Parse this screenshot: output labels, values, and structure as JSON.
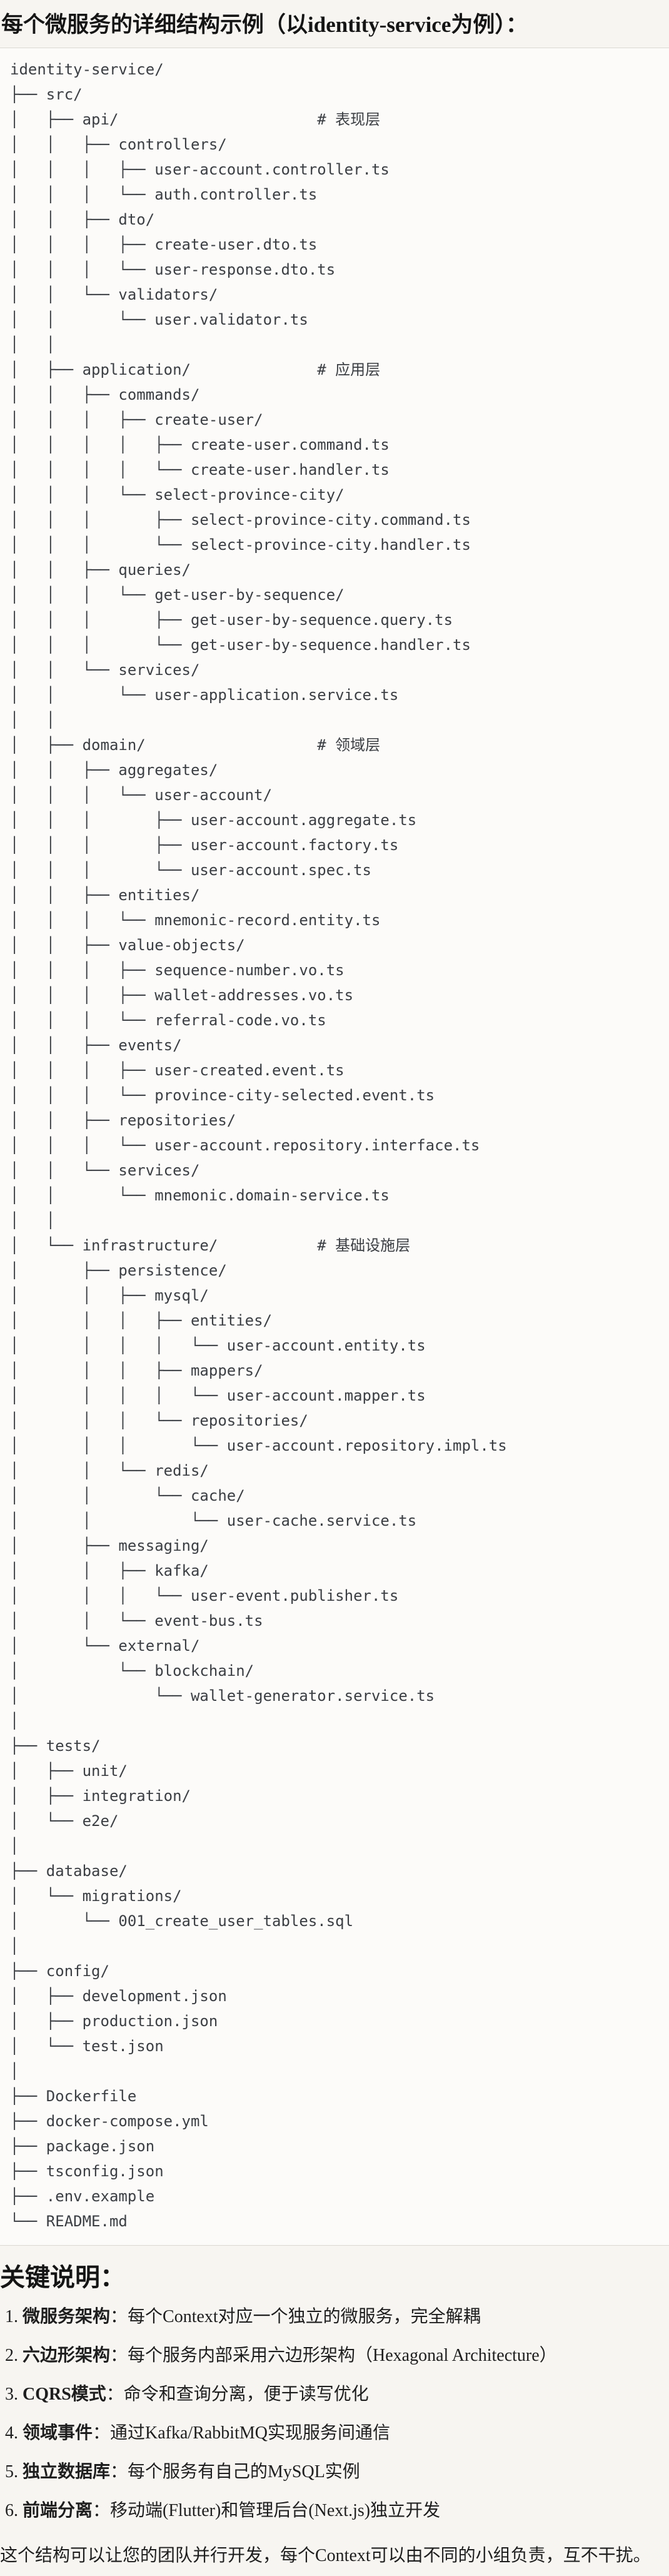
{
  "page": {
    "title": "每个微服务的详细结构示例（以identity-service为例）："
  },
  "file_tree": {
    "lines": [
      "identity-service/",
      "├── src/",
      "│   ├── api/                      # 表现层",
      "│   │   ├── controllers/",
      "│   │   │   ├── user-account.controller.ts",
      "│   │   │   └── auth.controller.ts",
      "│   │   ├── dto/",
      "│   │   │   ├── create-user.dto.ts",
      "│   │   │   └── user-response.dto.ts",
      "│   │   └── validators/",
      "│   │       └── user.validator.ts",
      "│   │",
      "│   ├── application/              # 应用层",
      "│   │   ├── commands/",
      "│   │   │   ├── create-user/",
      "│   │   │   │   ├── create-user.command.ts",
      "│   │   │   │   └── create-user.handler.ts",
      "│   │   │   └── select-province-city/",
      "│   │   │       ├── select-province-city.command.ts",
      "│   │   │       └── select-province-city.handler.ts",
      "│   │   ├── queries/",
      "│   │   │   └── get-user-by-sequence/",
      "│   │   │       ├── get-user-by-sequence.query.ts",
      "│   │   │       └── get-user-by-sequence.handler.ts",
      "│   │   └── services/",
      "│   │       └── user-application.service.ts",
      "│   │",
      "│   ├── domain/                   # 领域层",
      "│   │   ├── aggregates/",
      "│   │   │   └── user-account/",
      "│   │   │       ├── user-account.aggregate.ts",
      "│   │   │       ├── user-account.factory.ts",
      "│   │   │       └── user-account.spec.ts",
      "│   │   ├── entities/",
      "│   │   │   └── mnemonic-record.entity.ts",
      "│   │   ├── value-objects/",
      "│   │   │   ├── sequence-number.vo.ts",
      "│   │   │   ├── wallet-addresses.vo.ts",
      "│   │   │   └── referral-code.vo.ts",
      "│   │   ├── events/",
      "│   │   │   ├── user-created.event.ts",
      "│   │   │   └── province-city-selected.event.ts",
      "│   │   ├── repositories/",
      "│   │   │   └── user-account.repository.interface.ts",
      "│   │   └── services/",
      "│   │       └── mnemonic.domain-service.ts",
      "│   │",
      "│   └── infrastructure/           # 基础设施层",
      "│       ├── persistence/",
      "│       │   ├── mysql/",
      "│       │   │   ├── entities/",
      "│       │   │   │   └── user-account.entity.ts",
      "│       │   │   ├── mappers/",
      "│       │   │   │   └── user-account.mapper.ts",
      "│       │   │   └── repositories/",
      "│       │   │       └── user-account.repository.impl.ts",
      "│       │   └── redis/",
      "│       │       └── cache/",
      "│       │           └── user-cache.service.ts",
      "│       ├── messaging/",
      "│       │   ├── kafka/",
      "│       │   │   └── user-event.publisher.ts",
      "│       │   └── event-bus.ts",
      "│       └── external/",
      "│           └── blockchain/",
      "│               └── wallet-generator.service.ts",
      "│",
      "├── tests/",
      "│   ├── unit/",
      "│   ├── integration/",
      "│   └── e2e/",
      "│",
      "├── database/",
      "│   └── migrations/",
      "│       └── 001_create_user_tables.sql",
      "│",
      "├── config/",
      "│   ├── development.json",
      "│   ├── production.json",
      "│   └── test.json",
      "│",
      "├── Dockerfile",
      "├── docker-compose.yml",
      "├── package.json",
      "├── tsconfig.json",
      "├── .env.example",
      "└── README.md"
    ]
  },
  "key_notes": {
    "heading": "关键说明：",
    "items": [
      {
        "num": "1. ",
        "label": "微服务架构",
        "text": "：每个Context对应一个独立的微服务，完全解耦"
      },
      {
        "num": "2. ",
        "label": "六边形架构",
        "text": "：每个服务内部采用六边形架构（Hexagonal Architecture）"
      },
      {
        "num": "3. ",
        "label": "CQRS模式",
        "text": "：命令和查询分离，便于读写优化"
      },
      {
        "num": "4. ",
        "label": "领域事件",
        "text": "：通过Kafka/RabbitMQ实现服务间通信"
      },
      {
        "num": "5. ",
        "label": "独立数据库",
        "text": "：每个服务有自己的MySQL实例"
      },
      {
        "num": "6. ",
        "label": "前端分离",
        "text": "：移动端(Flutter)和管理后台(Next.js)独立开发"
      }
    ],
    "footer": "这个结构可以让您的团队并行开发，每个Context可以由不同的小组负责，互不干扰。"
  },
  "colors": {
    "page_bg": "#f7f5f1",
    "code_bg": "#fcfbf9",
    "code_border": "#dcd9d3",
    "code_text": "#3b3e43",
    "heading_text": "#151515",
    "body_text": "#1e1e1e"
  }
}
